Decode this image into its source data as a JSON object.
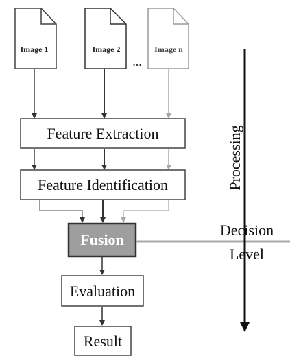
{
  "inputs": [
    {
      "label": "Image 1",
      "color": "#444444"
    },
    {
      "label": "Image 2",
      "color": "#333333"
    },
    {
      "label": "Image n",
      "color": "#9a9a9a"
    }
  ],
  "ellipsis": "...",
  "steps": {
    "feature_extraction": "Feature Extraction",
    "feature_identification": "Feature Identification",
    "fusion": "Fusion",
    "evaluation": "Evaluation",
    "result": "Result"
  },
  "side": {
    "processing": "Processing",
    "decision": "Decision",
    "level": "Level"
  },
  "colors": {
    "line": "#333333",
    "light_line": "#a8a8a8",
    "fusion_fill": "#9e9e9e",
    "fusion_text": "#ffffff",
    "decision_line": "#aaaaaa"
  }
}
